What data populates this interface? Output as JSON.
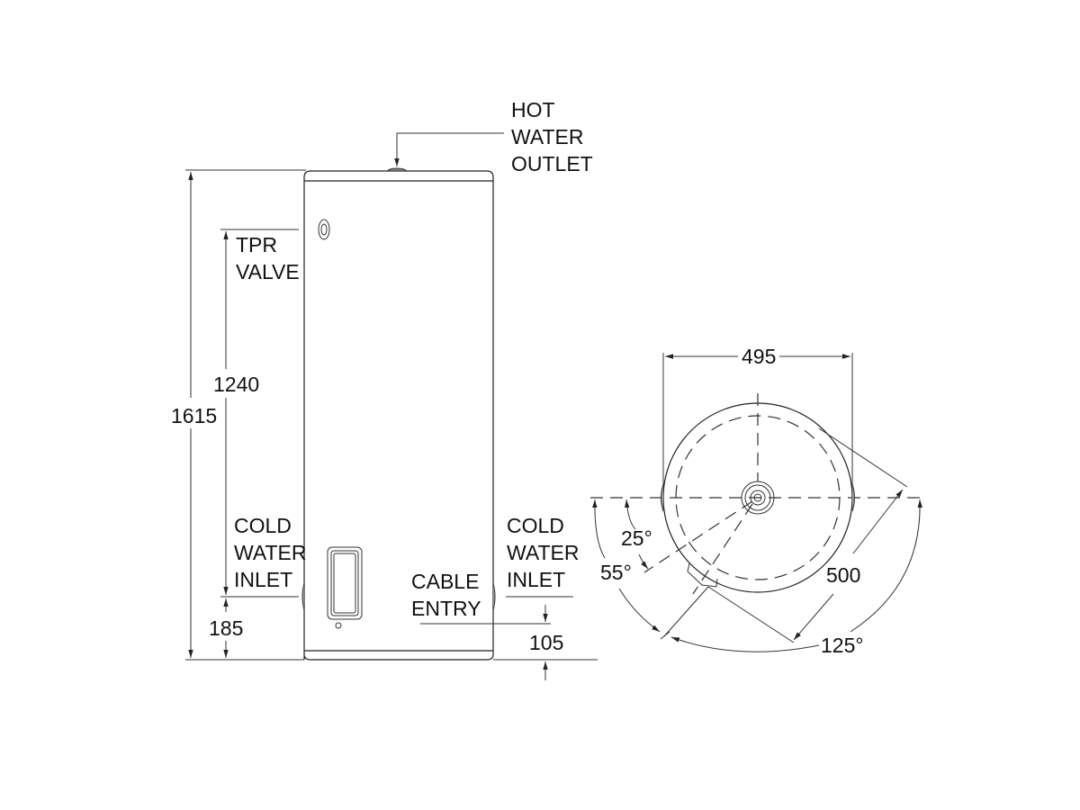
{
  "diagram": {
    "type": "technical-drawing",
    "subject": "Hot water storage tank — elevation and plan views",
    "elevation_view": {
      "labels": {
        "hot_water_outlet": [
          "HOT",
          "WATER",
          "OUTLET"
        ],
        "tpr_valve": [
          "TPR",
          "VALVE"
        ],
        "cold_water_inlet_left": [
          "COLD",
          "WATER",
          "INLET"
        ],
        "cold_water_inlet_right": [
          "COLD",
          "WATER",
          "INLET"
        ],
        "cable_entry": [
          "CABLE",
          "ENTRY"
        ]
      },
      "dimensions": {
        "overall_height": "1615",
        "tpr_valve_height": "1240",
        "cold_inlet_height": "185",
        "cable_entry_height": "105"
      }
    },
    "plan_view": {
      "dimensions": {
        "diameter": "495",
        "diagonal_clearance": "500"
      },
      "angles": {
        "angle_a": "25°",
        "angle_b": "55°",
        "angle_c": "125°"
      }
    },
    "colors": {
      "line": "#222222",
      "background": "#ffffff"
    }
  }
}
